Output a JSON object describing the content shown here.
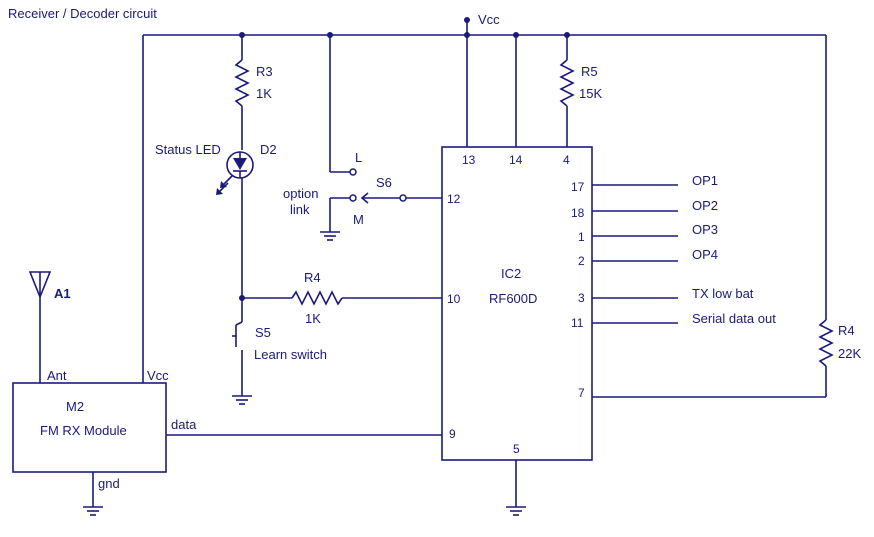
{
  "title": "Receiver / Decoder circuit",
  "vcc_label": "Vcc",
  "components": {
    "r3": {
      "name": "R3",
      "value": "1K"
    },
    "r5": {
      "name": "R5",
      "value": "15K"
    },
    "r4_mid": {
      "name": "R4",
      "value": "1K"
    },
    "r4_right": {
      "name": "R4",
      "value": "22K"
    },
    "d2": {
      "name": "D2",
      "label": "Status LED"
    },
    "s6": {
      "name": "S6",
      "label_line1": "option",
      "label_line2": "link",
      "pos_l": "L",
      "pos_m": "M"
    },
    "s5": {
      "name": "S5",
      "label": "Learn switch"
    },
    "a1": {
      "name": "A1"
    },
    "m2": {
      "name": "M2",
      "label": "FM RX Module",
      "pin_ant": "Ant",
      "pin_vcc": "Vcc",
      "pin_data": "data",
      "pin_gnd": "gnd"
    },
    "ic2": {
      "name": "IC2",
      "part": "RF600D"
    }
  },
  "ic_pins": {
    "p13": "13",
    "p14": "14",
    "p4": "4",
    "p12": "12",
    "p10": "10",
    "p9": "9",
    "p5": "5",
    "p17": "17",
    "p18": "18",
    "p1": "1",
    "p2": "2",
    "p3": "3",
    "p11": "11",
    "p7": "7"
  },
  "outputs": {
    "op1": "OP1",
    "op2": "OP2",
    "op3": "OP3",
    "op4": "OP4",
    "tx_low_bat": "TX low bat",
    "serial_data_out": "Serial data out"
  }
}
